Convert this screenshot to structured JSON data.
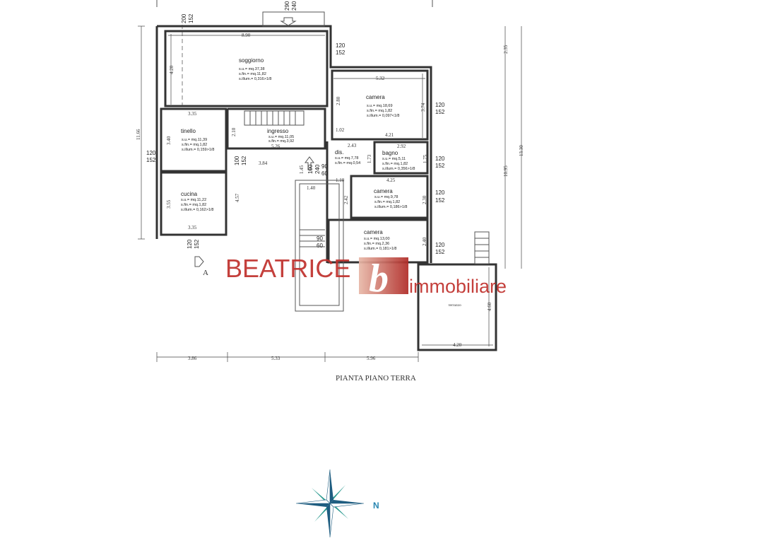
{
  "plan": {
    "title": "PIANTA PIANO TERRA",
    "section_marker": "A",
    "north_label": "N",
    "logo": {
      "word1": "BEATRICE",
      "mark": "b",
      "word2": "immobiliare",
      "color": "#c0302c"
    }
  },
  "rooms": {
    "soggiorno": {
      "name": "soggiorno",
      "su": "s.u.= mq.37,38",
      "sfin": "s.fin.= mq.11,82",
      "sillum": "s.illum.= 0,316>1/8"
    },
    "camera1": {
      "name": "camera",
      "su": "s.u.= mq.18,69",
      "sfin": "s.fin.= mq.1,82",
      "sillum": "s.illum.= 0,097<1/8"
    },
    "tinello": {
      "name": "tinello",
      "su": "s.u.= mq.11,39",
      "sfin": "s.fin.= mq.1,82",
      "sillum": "s.illum.= 0,159>1/8"
    },
    "ingresso": {
      "name": "ingresso",
      "su": "s.u.= mq.11,05",
      "sfin": "s.fin.= mq.3,92"
    },
    "dis": {
      "name": "dis.",
      "su": "s.u.= mq.7,78",
      "sfin": "s.fin.= mq.0,54"
    },
    "bagno": {
      "name": "bagno",
      "su": "s.u.= mq.5,11",
      "sfin": "s.fin.= mq.1,82",
      "sillum": "s.illum.= 0,356>1/8"
    },
    "camera2": {
      "name": "camera",
      "su": "s.u.= mq.9,78",
      "sfin": "s.fin.= mq.1,82",
      "sillum": "s.illum.= 0,186>1/8"
    },
    "cucina": {
      "name": "cucina",
      "su": "s.u.= mq.11,22",
      "sfin": "s.fin.= mq.1,82",
      "sillum": "s.illum.= 0,162>1/8"
    },
    "camera3": {
      "name": "camera",
      "su": "s.u.= mq.13,00",
      "sfin": "s.fin.= mq.2,36",
      "sillum": "s.illum.= 0,181>1/8"
    },
    "terrazzo": {
      "name": "terrazzo"
    }
  },
  "dims": [
    "8.90",
    "4.20",
    "3.35",
    "3.40",
    "3.55",
    "3.35",
    "2.10",
    "5.26",
    "3.84",
    "4.57",
    "1.45",
    "1.40",
    "5.32",
    "2.80",
    "3.74",
    "1.02",
    "4.21",
    "2.43",
    "2.92",
    "1.73",
    "1.75",
    "1.10",
    "4.25",
    "2.42",
    "2.30",
    "2.40",
    "4.60",
    "4.20",
    "11.66",
    "10.95",
    "13.30",
    "2.35",
    "3.86",
    "5.33",
    "5.96"
  ],
  "windows": {
    "w120": "120",
    "w152": "152",
    "w200": "200",
    "w290": "290",
    "w240": "240",
    "w100": "100",
    "w90": "90",
    "w60": "60"
  }
}
